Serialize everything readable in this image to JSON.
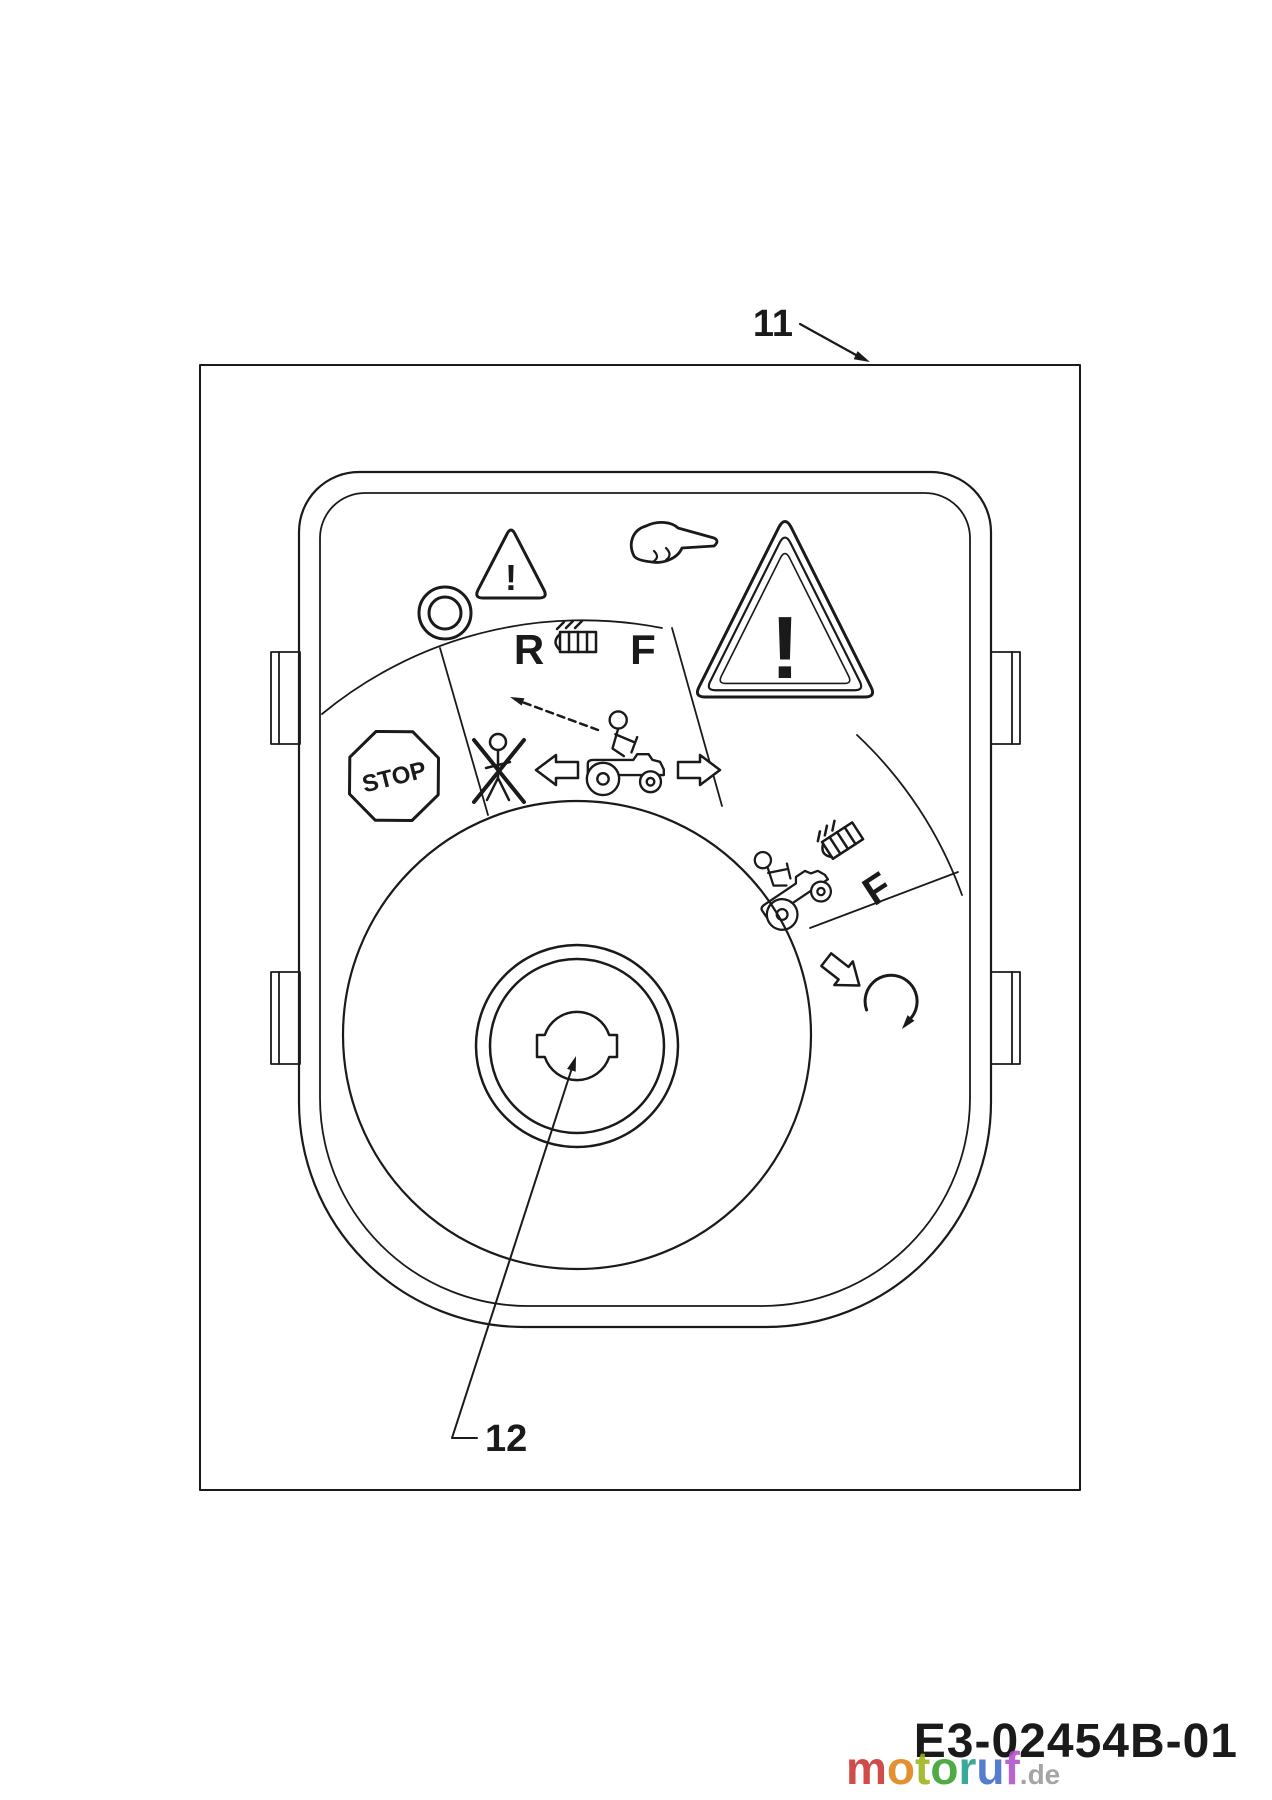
{
  "figure": {
    "callout_11": "11",
    "callout_12": "12",
    "part_number": "E3-02454B-01"
  },
  "decal": {
    "stop_label": "STOP",
    "letter_r": "R",
    "letter_f": "F",
    "letter_f_drive": "F",
    "warning_mark": "!",
    "caution_mark": "!"
  },
  "watermark": {
    "letters": [
      {
        "char": "m",
        "color": "#cc3333"
      },
      {
        "char": "o",
        "color": "#e08214"
      },
      {
        "char": "t",
        "color": "#9ab317"
      },
      {
        "char": "o",
        "color": "#3aa02c"
      },
      {
        "char": "r",
        "color": "#1f9e8c"
      },
      {
        "char": "u",
        "color": "#3f6bc9"
      },
      {
        "char": "f",
        "color": "#b14fc9"
      }
    ],
    "suffix": {
      "text": ".de",
      "color": "#999999"
    }
  },
  "colors": {
    "line": "#1a1a1a",
    "background": "#ffffff"
  }
}
